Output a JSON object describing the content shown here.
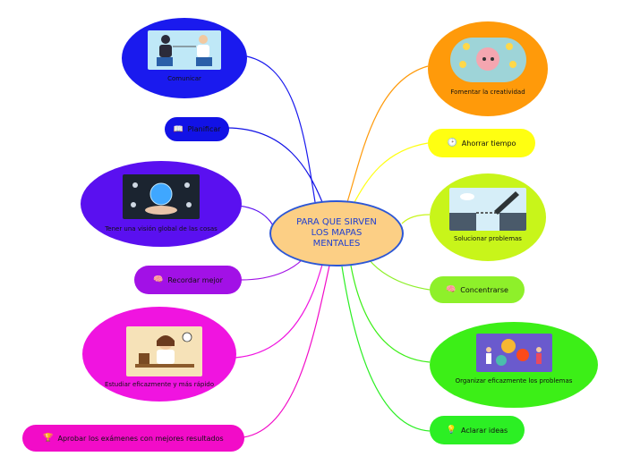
{
  "central_topic": "PARA QUE SIRVEN\nLOS MAPAS\nMENTALES",
  "left_nodes": [
    {
      "id": "comunicar",
      "label": "Comunicar",
      "color": "#1a1aee",
      "image": "two-businessmen-talking-image"
    },
    {
      "id": "planificar",
      "label": "Planificar",
      "color": "#1212e6",
      "icon": "📖"
    },
    {
      "id": "vision",
      "label": "Tener una visión global de las cosas",
      "color": "#5a10f0",
      "image": "globe-technology-image"
    },
    {
      "id": "recordar",
      "label": "Recordar mejor",
      "color": "#a211e6",
      "icon": "🧠"
    },
    {
      "id": "estudiar",
      "label": "Estudiar eficazmente y más rápido",
      "color": "#f014e0",
      "image": "student-studying-image"
    },
    {
      "id": "aprobar",
      "label": "Aprobar los exámenes con mejores resultados",
      "color": "#f20cc8",
      "icon": "🏆"
    }
  ],
  "right_nodes": [
    {
      "id": "creatividad",
      "label": "Fomentar la creatividad",
      "color": "#ff9a0a",
      "image": "brain-lightbulbs-image"
    },
    {
      "id": "tiempo",
      "label": "Ahorrar tiempo",
      "color": "#ffff11",
      "icon": "🕑"
    },
    {
      "id": "problemas",
      "label": "Solucionar problemas",
      "color": "#c8f51a",
      "image": "pencil-bridge-gap-image"
    },
    {
      "id": "concentrarse",
      "label": "Concentrarse",
      "color": "#8ef02a",
      "icon": "🧠"
    },
    {
      "id": "organizar",
      "label": "Organizar eficazmente los problemas",
      "color": "#3cef17",
      "image": "team-gears-image"
    },
    {
      "id": "aclarar",
      "label": "Aclarar ideas",
      "color": "#2cef24",
      "icon": "💡"
    }
  ],
  "link_colors": {
    "comunicar": "#1a1aee",
    "planificar": "#1212e6",
    "vision": "#5a10f0",
    "recordar": "#a211e6",
    "estudiar": "#f014e0",
    "aprobar": "#f20cc8",
    "creatividad": "#ff9a0a",
    "tiempo": "#ffff11",
    "problemas": "#c8f51a",
    "concentrarse": "#8ef02a",
    "organizar": "#3cef17",
    "aclarar": "#2cef24"
  }
}
